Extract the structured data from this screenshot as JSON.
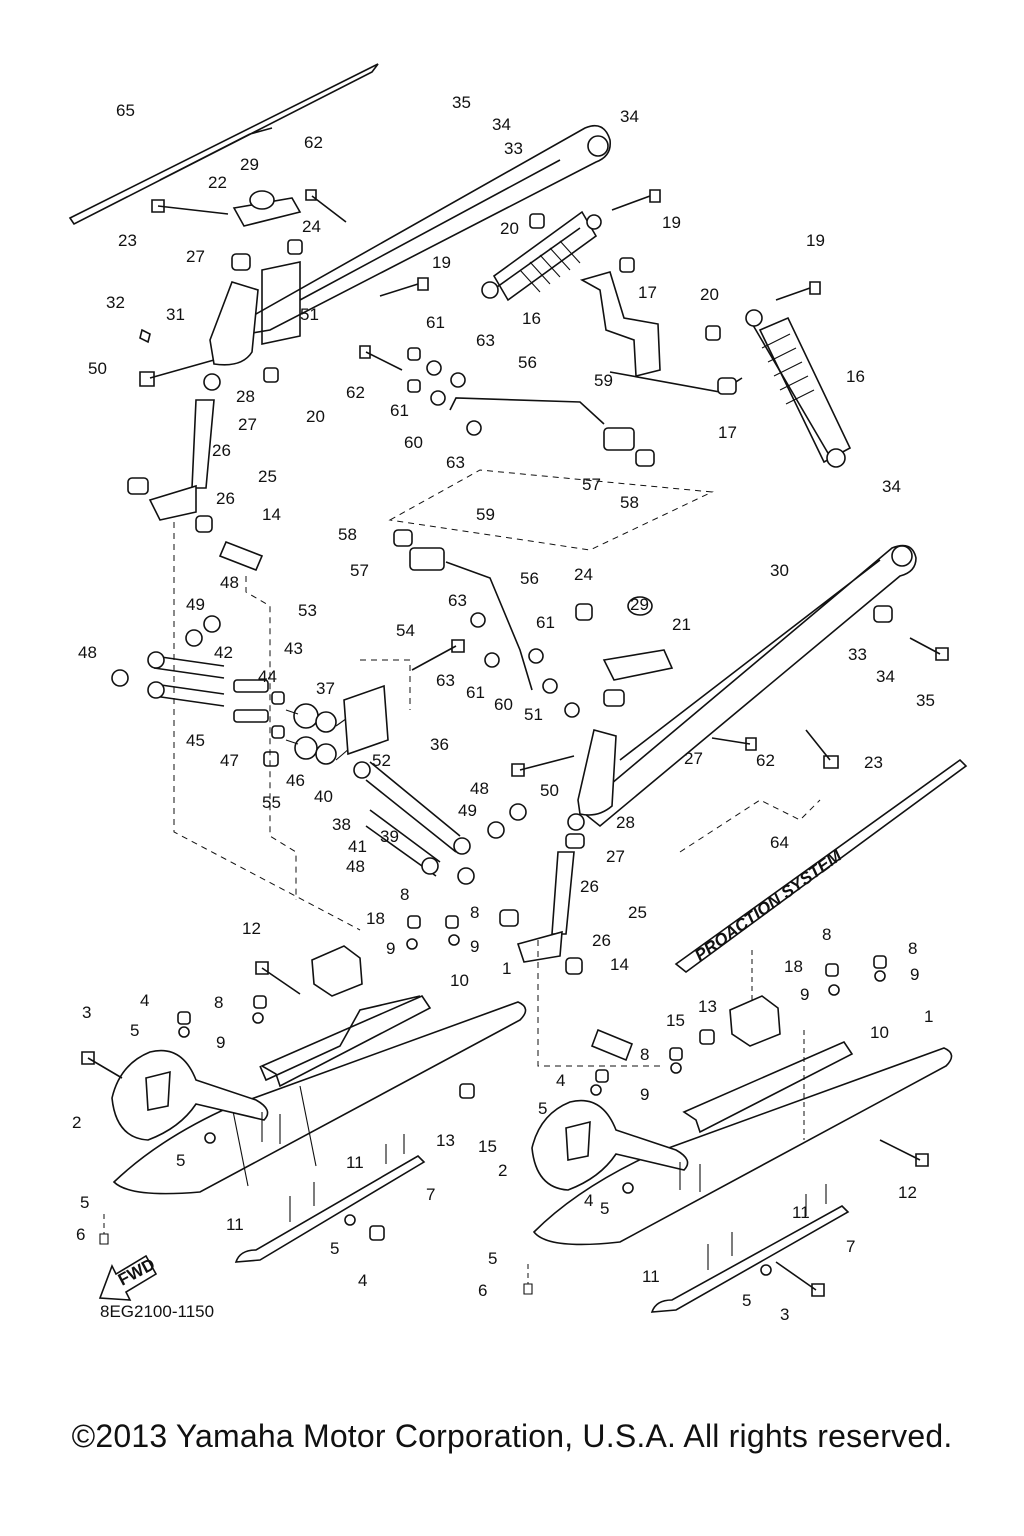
{
  "diagram": {
    "code": "8EG2100-1150",
    "direction_badge": "FWD",
    "stripe_decal_text": "PROACTION SYSTEM",
    "callouts": [
      {
        "id": "c65",
        "text": "65"
      },
      {
        "id": "c35a",
        "text": "35"
      },
      {
        "id": "c34a",
        "text": "34"
      },
      {
        "id": "c34b",
        "text": "34"
      },
      {
        "id": "c33a",
        "text": "33"
      },
      {
        "id": "c62a",
        "text": "62"
      },
      {
        "id": "c29a",
        "text": "29"
      },
      {
        "id": "c22",
        "text": "22"
      },
      {
        "id": "c23a",
        "text": "23"
      },
      {
        "id": "c24a",
        "text": "24"
      },
      {
        "id": "c27a",
        "text": "27"
      },
      {
        "id": "c20a",
        "text": "20"
      },
      {
        "id": "c19a",
        "text": "19"
      },
      {
        "id": "c19b",
        "text": "19"
      },
      {
        "id": "c19c",
        "text": "19"
      },
      {
        "id": "c17a",
        "text": "17"
      },
      {
        "id": "c20b",
        "text": "20"
      },
      {
        "id": "c16a",
        "text": "16"
      },
      {
        "id": "c32",
        "text": "32"
      },
      {
        "id": "c31",
        "text": "31"
      },
      {
        "id": "c51a",
        "text": "51"
      },
      {
        "id": "c61a",
        "text": "61"
      },
      {
        "id": "c63a",
        "text": "63"
      },
      {
        "id": "c56a",
        "text": "56"
      },
      {
        "id": "c16b",
        "text": "16"
      },
      {
        "id": "c50a",
        "text": "50"
      },
      {
        "id": "c28a",
        "text": "28"
      },
      {
        "id": "c20c",
        "text": "20"
      },
      {
        "id": "c62b",
        "text": "62"
      },
      {
        "id": "c61b",
        "text": "61"
      },
      {
        "id": "c27b",
        "text": "27"
      },
      {
        "id": "c60a",
        "text": "60"
      },
      {
        "id": "c63b",
        "text": "63"
      },
      {
        "id": "c59a",
        "text": "59"
      },
      {
        "id": "c17b",
        "text": "17"
      },
      {
        "id": "c26a",
        "text": "26"
      },
      {
        "id": "c25a",
        "text": "25"
      },
      {
        "id": "c26b",
        "text": "26"
      },
      {
        "id": "c57a",
        "text": "57"
      },
      {
        "id": "c58a",
        "text": "58"
      },
      {
        "id": "c34c",
        "text": "34"
      },
      {
        "id": "c14a",
        "text": "14"
      },
      {
        "id": "c58b",
        "text": "58"
      },
      {
        "id": "c59b",
        "text": "59"
      },
      {
        "id": "c57b",
        "text": "57"
      },
      {
        "id": "c56b",
        "text": "56"
      },
      {
        "id": "c24b",
        "text": "24"
      },
      {
        "id": "c30",
        "text": "30"
      },
      {
        "id": "c49a",
        "text": "49"
      },
      {
        "id": "c48a",
        "text": "48"
      },
      {
        "id": "c29b",
        "text": "29"
      },
      {
        "id": "c21",
        "text": "21"
      },
      {
        "id": "c53",
        "text": "53"
      },
      {
        "id": "c63c",
        "text": "63"
      },
      {
        "id": "c61c",
        "text": "61"
      },
      {
        "id": "c48b",
        "text": "48"
      },
      {
        "id": "c42",
        "text": "42"
      },
      {
        "id": "c54",
        "text": "54"
      },
      {
        "id": "c33b",
        "text": "33"
      },
      {
        "id": "c34d",
        "text": "34"
      },
      {
        "id": "c43",
        "text": "43"
      },
      {
        "id": "c44",
        "text": "44"
      },
      {
        "id": "c37",
        "text": "37"
      },
      {
        "id": "c63d",
        "text": "63"
      },
      {
        "id": "c61d",
        "text": "61"
      },
      {
        "id": "c35b",
        "text": "35"
      },
      {
        "id": "c60b",
        "text": "60"
      },
      {
        "id": "c45",
        "text": "45"
      },
      {
        "id": "c51b",
        "text": "51"
      },
      {
        "id": "c47",
        "text": "47"
      },
      {
        "id": "c52",
        "text": "52"
      },
      {
        "id": "c36",
        "text": "36"
      },
      {
        "id": "c23b",
        "text": "23"
      },
      {
        "id": "c27c",
        "text": "27"
      },
      {
        "id": "c46",
        "text": "46"
      },
      {
        "id": "c40",
        "text": "40"
      },
      {
        "id": "c55",
        "text": "55"
      },
      {
        "id": "c50b",
        "text": "50"
      },
      {
        "id": "c62c",
        "text": "62"
      },
      {
        "id": "c38",
        "text": "38"
      },
      {
        "id": "c48c",
        "text": "48"
      },
      {
        "id": "c41",
        "text": "41"
      },
      {
        "id": "c49b",
        "text": "49"
      },
      {
        "id": "c39",
        "text": "39"
      },
      {
        "id": "c28b",
        "text": "28"
      },
      {
        "id": "c48d",
        "text": "48"
      },
      {
        "id": "c27d",
        "text": "27"
      },
      {
        "id": "c64",
        "text": "64"
      },
      {
        "id": "c26c",
        "text": "26"
      },
      {
        "id": "c25b",
        "text": "25"
      },
      {
        "id": "c26d",
        "text": "26"
      },
      {
        "id": "c8a",
        "text": "8"
      },
      {
        "id": "c8b",
        "text": "8"
      },
      {
        "id": "c9a",
        "text": "9"
      },
      {
        "id": "c9b",
        "text": "9"
      },
      {
        "id": "c18a",
        "text": "18"
      },
      {
        "id": "c12a",
        "text": "12"
      },
      {
        "id": "c10a",
        "text": "10"
      },
      {
        "id": "c1a",
        "text": "1"
      },
      {
        "id": "c8c",
        "text": "8"
      },
      {
        "id": "c9c",
        "text": "9"
      },
      {
        "id": "c4a",
        "text": "4"
      },
      {
        "id": "c5a",
        "text": "5"
      },
      {
        "id": "c3a",
        "text": "3"
      },
      {
        "id": "c2a",
        "text": "2"
      },
      {
        "id": "c5b",
        "text": "5"
      },
      {
        "id": "c13a",
        "text": "13"
      },
      {
        "id": "c15a",
        "text": "15"
      },
      {
        "id": "c11a",
        "text": "11"
      },
      {
        "id": "c5c",
        "text": "5"
      },
      {
        "id": "c6a",
        "text": "6"
      },
      {
        "id": "c11b",
        "text": "11"
      },
      {
        "id": "c5d",
        "text": "5"
      },
      {
        "id": "c4b",
        "text": "4"
      },
      {
        "id": "c7a",
        "text": "7"
      },
      {
        "id": "c14b",
        "text": "14"
      },
      {
        "id": "c8d",
        "text": "8"
      },
      {
        "id": "c9d",
        "text": "9"
      },
      {
        "id": "c18b",
        "text": "18"
      },
      {
        "id": "c8e",
        "text": "8"
      },
      {
        "id": "c9e",
        "text": "9"
      },
      {
        "id": "c15b",
        "text": "15"
      },
      {
        "id": "c13b",
        "text": "13"
      },
      {
        "id": "c10b",
        "text": "10"
      },
      {
        "id": "c1b",
        "text": "1"
      },
      {
        "id": "c8f",
        "text": "8"
      },
      {
        "id": "c9f",
        "text": "9"
      },
      {
        "id": "c4c",
        "text": "4"
      },
      {
        "id": "c5e",
        "text": "5"
      },
      {
        "id": "c2b",
        "text": "2"
      },
      {
        "id": "c4d",
        "text": "4"
      },
      {
        "id": "c5f",
        "text": "5"
      },
      {
        "id": "c12b",
        "text": "12"
      },
      {
        "id": "c11c",
        "text": "11"
      },
      {
        "id": "c5g",
        "text": "5"
      },
      {
        "id": "c11d",
        "text": "11"
      },
      {
        "id": "c7b",
        "text": "7"
      },
      {
        "id": "c6b",
        "text": "6"
      },
      {
        "id": "c5h",
        "text": "5"
      },
      {
        "id": "c3b",
        "text": "3"
      }
    ]
  },
  "footer": {
    "copyright": "©2013 Yamaha Motor Corporation, U.S.A. All rights reserved."
  }
}
